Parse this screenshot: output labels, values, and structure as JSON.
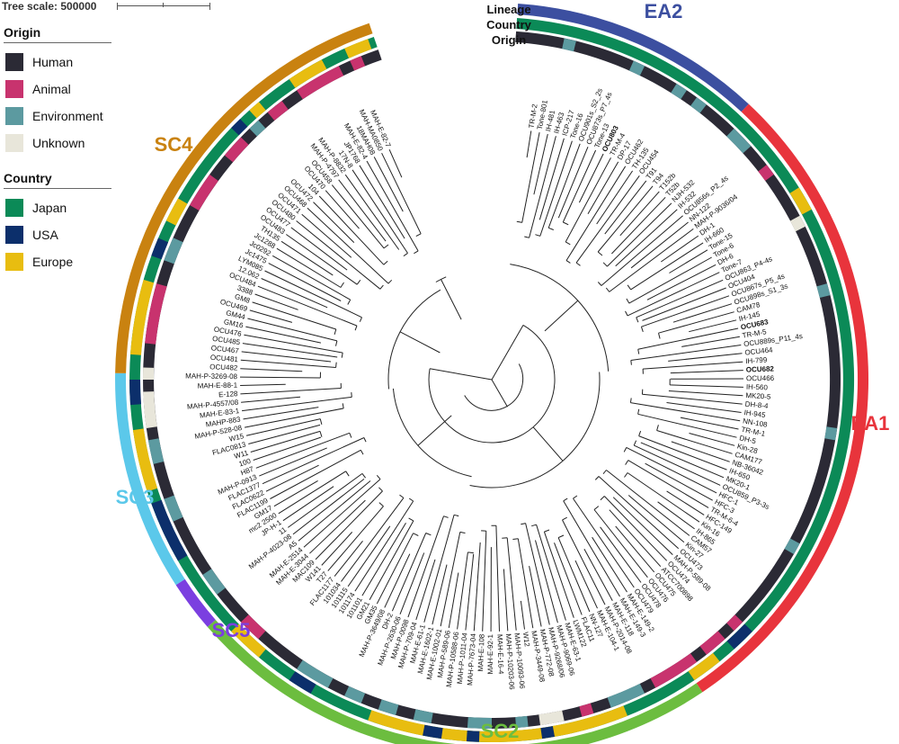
{
  "scale": {
    "label": "Tree scale: 500000"
  },
  "legend_origin": {
    "title": "Origin",
    "items": [
      {
        "label": "Human",
        "color": "#2b2a35"
      },
      {
        "label": "Animal",
        "color": "#c8336e"
      },
      {
        "label": "Environment",
        "color": "#5c9aa0"
      },
      {
        "label": "Unknown",
        "color": "#e8e6da"
      }
    ]
  },
  "legend_country": {
    "title": "Country",
    "items": [
      {
        "label": "Japan",
        "color": "#0b8a57"
      },
      {
        "label": "USA",
        "color": "#0c2f6b"
      },
      {
        "label": "Europe",
        "color": "#e8bd10"
      }
    ]
  },
  "ring_labels": {
    "lineage": "Lineage",
    "country": "Country",
    "origin": "Origin"
  },
  "lineages": [
    {
      "label": "EA2",
      "color": "#3c4fa0"
    },
    {
      "label": "EA1",
      "color": "#e8343c"
    },
    {
      "label": "SC2",
      "color": "#6cbd3f"
    },
    {
      "label": "SC5",
      "color": "#7b3fe0"
    },
    {
      "label": "SC3",
      "color": "#5bc8ea"
    },
    {
      "label": "SC4",
      "color": "#c98210"
    }
  ],
  "tips": [
    "TR-M-2",
    "Tone-801",
    "IH-481",
    "IH-463",
    "ICP-217",
    "Tone-16",
    "OCU901s_S2_2s",
    "OCU873s_P7_4s",
    "Tone-13",
    "OCU803",
    "TR-M-4",
    "DP-17",
    "OCU462",
    "TH-135",
    "OCU454",
    "T91",
    "T94",
    "T152b",
    "T52b",
    "NJH-532",
    "IH-532",
    "OCU856s_P2_4s",
    "NN-122",
    "MAH-P-9036/04",
    "DH-1",
    "IH-660",
    "Tone-15",
    "Tone-6",
    "DH-6",
    "Tone-7",
    "OCU863_P4-4s",
    "OCU404",
    "OCU867s_P5_4s",
    "OCU898s_S1_3s",
    "CAM78",
    "IH-145",
    "OCU683",
    "TR-M-5",
    "OCU889s_P11_4s",
    "OCU464",
    "IH-799",
    "OCU682",
    "OCU466",
    "IH-560",
    "MK20-5",
    "DH-8-4",
    "IH-945",
    "NN-108",
    "TR-M-1",
    "DH-5",
    "Kin-28",
    "CAM177",
    "NB-36042",
    "IH-650",
    "MK20-1",
    "OCU859_P3-3s",
    "HFC-1",
    "HFC-3",
    "TR-M-6-4",
    "HFC-149",
    "Kin-16",
    "IH-865",
    "CAM57",
    "Kin-27",
    "OCU473",
    "MAH-P-589-08",
    "OCU474",
    "ATCC700898",
    "OCU475",
    "OCU476",
    "OCU478",
    "OCU479",
    "MAH-E-149-2",
    "MAH-E-149-3",
    "MAH-E-118",
    "MAH-P-2014-08",
    "MAH-E-104-1",
    "NN-127",
    "FLAC11",
    "LWM122",
    "MAH-E-63-1",
    "MAH-P-9069-06",
    "MAH-P-9268/06",
    "MAH-P-772-08",
    "MAH-P-3449-08",
    "W12",
    "MAH-P-10093-06",
    "MAH-P-10203-06",
    "MAH-E-16-4",
    "MAH-E-92-1",
    "MAH-E-108",
    "MAH-P-7673-04",
    "MAH-P-1011-04",
    "MAH-P-10588-06",
    "MAH-P-589-06",
    "MAH-E-1002-01",
    "MAH-E-1602-1",
    "MAH-E-61-1",
    "MAH-P-709-04",
    "MAH-P-0098",
    "MAH-P-2630-06",
    "DH-2",
    "MAH-P-3649/08",
    "GM35",
    "GM21",
    "101101",
    "101174",
    "101115",
    "101034",
    "FLAC1177",
    "T27",
    "W141",
    "MAC109",
    "MAH-E-3044",
    "MAH-E-2514",
    "A5",
    "MAH-P-4023-08",
    "11",
    "JP-H-1",
    "mc2 2500",
    "GM17",
    "FLAC1199",
    "FLAC0622",
    "FLAC1377",
    "MAH-P-0913",
    "H87",
    "100",
    "W11",
    "FLAC0813",
    "W15",
    "MAH-P-528-08",
    "MAHP-883",
    "MAH-E-83-1",
    "MAH-P-4557/08",
    "E-128",
    "MAH-E-88-1",
    "MAH-P-3269-08",
    "OCU482",
    "OCU481",
    "OCU467",
    "OCU485",
    "OCU476",
    "GM16",
    "GM44",
    "OCU469",
    "GM8",
    "3388",
    "OCU484",
    "12.062",
    "LYM085",
    "Jc1475",
    "Jc0292",
    "Jc1288",
    "TH135",
    "OCU483",
    "OCU477",
    "OCU480",
    "OCU471",
    "OCU468",
    "OCU472",
    "104",
    "OCU470",
    "OCU458",
    "MAH-P-4797",
    "MAH-P-8832",
    "17N-8",
    "JP1768",
    "MAH-E-82-4",
    "18MAH08",
    "MAH-MA0850",
    "MAH-E-82-7"
  ],
  "bold_tips": [
    "OCU803",
    "OCU683",
    "OCU682"
  ]
}
